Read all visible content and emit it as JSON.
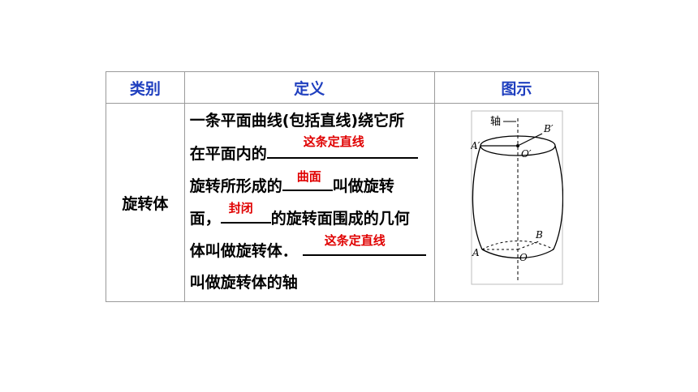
{
  "header": {
    "col1": "类别",
    "col2": "定义",
    "col3": "图示"
  },
  "row": {
    "kind": "旋转体",
    "line1": "一条平面曲线(包括直线)绕它所",
    "line2_prefix": "在平面内的",
    "answer1": "这条定直线",
    "line3_prefix": "旋转所形成的",
    "answer2": "曲面",
    "line3_suffix": "叫做旋转",
    "line4_prefix": "面，",
    "answer3": "封闭",
    "line4_suffix": "的旋转面围成的几何",
    "line5_prefix": "体叫做旋转体．",
    "answer4": "这条定直线",
    "line6": "叫做旋转体的轴"
  },
  "figure": {
    "axis_label": "轴",
    "top_point": "B′",
    "top_left": "A′",
    "top_center": "O′",
    "bottom_point": "B",
    "bottom_left": "A",
    "bottom_center": "O"
  }
}
